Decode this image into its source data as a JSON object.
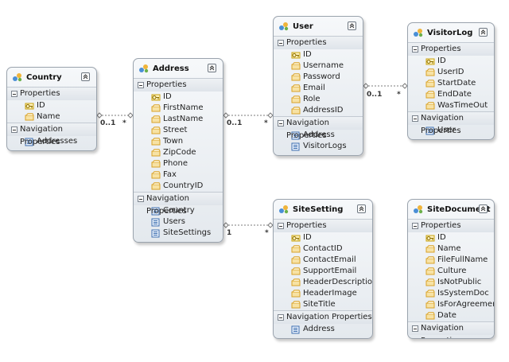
{
  "entities": [
    {
      "name": "Country",
      "properties": [
        "ID",
        "Name"
      ],
      "keys": [
        "ID"
      ],
      "navigation": [
        "Addresses"
      ]
    },
    {
      "name": "Address",
      "properties": [
        "ID",
        "FirstName",
        "LastName",
        "Street",
        "Town",
        "ZipCode",
        "Phone",
        "Fax",
        "CountryID"
      ],
      "keys": [
        "ID"
      ],
      "navigation": [
        "Country",
        "Users",
        "SiteSettings"
      ]
    },
    {
      "name": "User",
      "properties": [
        "ID",
        "Username",
        "Password",
        "Email",
        "Role",
        "AddressID"
      ],
      "keys": [
        "ID"
      ],
      "navigation": [
        "Address",
        "VisitorLogs"
      ]
    },
    {
      "name": "VisitorLog",
      "properties": [
        "ID",
        "UserID",
        "StartDate",
        "EndDate",
        "WasTimeOut"
      ],
      "keys": [
        "ID"
      ],
      "navigation": [
        "User"
      ]
    },
    {
      "name": "SiteSetting",
      "properties": [
        "ID",
        "ContactID",
        "ContactEmail",
        "SupportEmail",
        "HeaderDescription",
        "HeaderImage",
        "SiteTitle"
      ],
      "keys": [
        "ID"
      ],
      "navigation": [
        "Address"
      ]
    },
    {
      "name": "SiteDocument",
      "properties": [
        "ID",
        "Name",
        "FileFullName",
        "Culture",
        "IsNotPublic",
        "IsSystemDoc",
        "IsForAgreement",
        "Date"
      ],
      "keys": [
        "ID"
      ],
      "navigation": []
    }
  ],
  "section_labels": {
    "properties": "Properties",
    "navigation": "Navigation Properties"
  },
  "associations": [
    {
      "from": "Country",
      "to": "Address",
      "from_multiplicity": "0..1",
      "to_multiplicity": "*"
    },
    {
      "from": "Address",
      "to": "User",
      "from_multiplicity": "0..1",
      "to_multiplicity": "*"
    },
    {
      "from": "User",
      "to": "VisitorLog",
      "from_multiplicity": "0..1",
      "to_multiplicity": "*"
    },
    {
      "from": "Address",
      "to": "SiteSetting",
      "from_multiplicity": "1",
      "to_multiplicity": "*"
    }
  ],
  "colors": {
    "line": "#7b7b7b",
    "border": "#9aa3ad",
    "key_icon": "#c8a10c",
    "prop_icon": "#d9a227",
    "nav_icon": "#3e6fb0"
  }
}
